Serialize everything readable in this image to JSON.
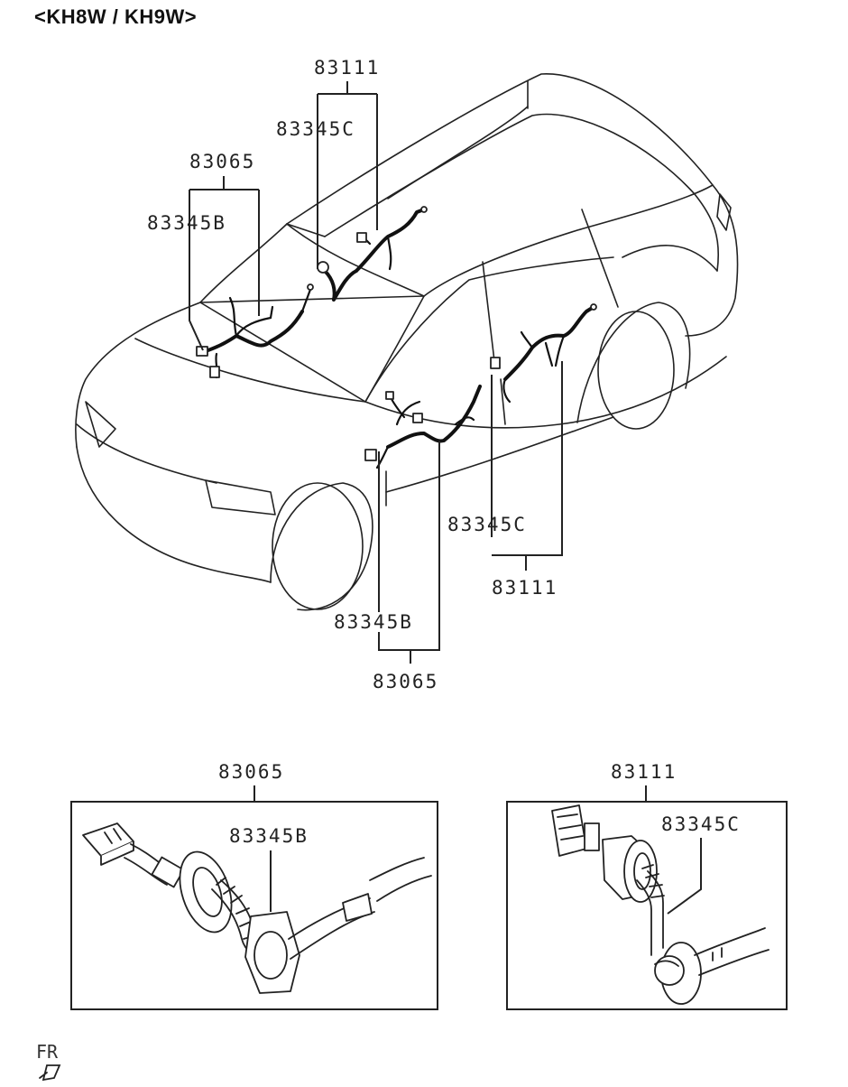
{
  "header": {
    "title": "<KH8W / KH9W>"
  },
  "callouts": {
    "top_group_1": "83111",
    "top_sub_1": "83345C",
    "top_group_2": "83065",
    "top_sub_2": "83345B",
    "right_sub": "83345C",
    "right_group": "83111",
    "bottom_sub": "83345B",
    "bottom_group": "83065"
  },
  "details": {
    "left": {
      "group": "83065",
      "part": "83345B"
    },
    "right": {
      "group": "83111",
      "part": "83345C"
    }
  },
  "footer": {
    "front_marker": "FR"
  }
}
